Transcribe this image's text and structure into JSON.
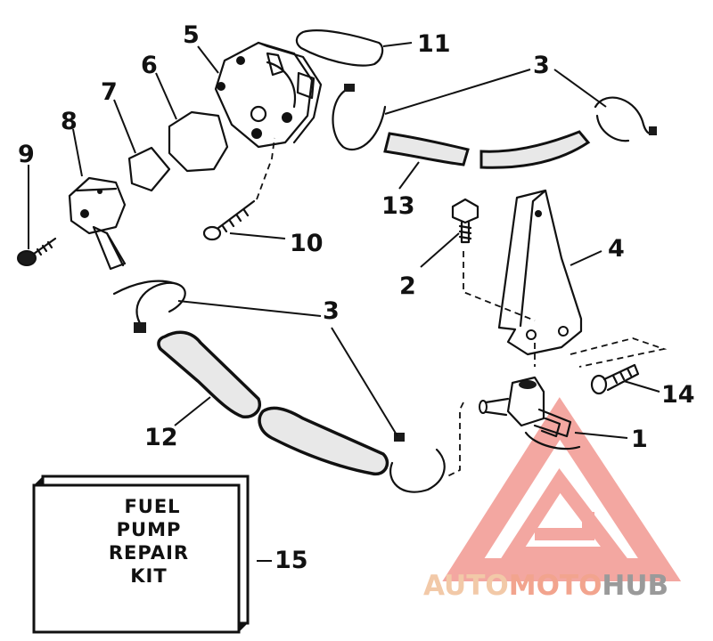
{
  "callouts": {
    "c1": "1",
    "c2": "2",
    "c3a": "3",
    "c3b": "3",
    "c4": "4",
    "c5": "5",
    "c6": "6",
    "c7": "7",
    "c8": "8",
    "c9": "9",
    "c10": "10",
    "c11": "11",
    "c12": "12",
    "c13": "13",
    "c14": "14",
    "c15": "15"
  },
  "kit": {
    "line1": "FUEL",
    "line2": "PUMP",
    "line3": "REPAIR",
    "line4": "KIT"
  },
  "watermark": {
    "part1": "AUTO",
    "part2": "MOTO",
    "part3": "HUB",
    "color_auto": "#f2c9a8",
    "color_moto": "#f2a48e",
    "color_hub": "#9a9a9a",
    "triangle_color": "#f08a82"
  }
}
